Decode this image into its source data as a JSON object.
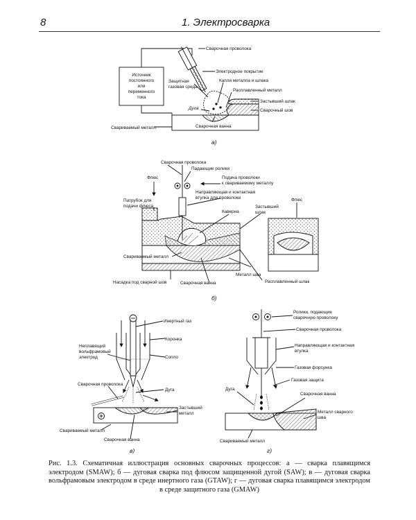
{
  "header": {
    "page_number": "8",
    "chapter_title": "1. Электросварка"
  },
  "fig_a": {
    "sub": "а)",
    "power_source": [
      "Источник",
      "постоянного",
      "или",
      "переменного",
      "тока"
    ],
    "wire": "Сварочная проволока",
    "coating": "Электродное покрытие",
    "gas": [
      "Защитная",
      "газовая среда"
    ],
    "drops": "Капли металла и шлака",
    "molten": "Расплавленный металл",
    "slag": "Застывший шлак",
    "seam": "Сварочный шов",
    "arc": "Дуга",
    "pool": "Сварочная ванна",
    "base": "Свариваемый металл"
  },
  "fig_b": {
    "sub": "б)",
    "wire": "Сварочная проволока",
    "rollers": "Падающие ролики",
    "feed": [
      "Подача проволоки",
      "к свариваемому металлу"
    ],
    "guide": [
      "Направляющая и контактная",
      "втулка для проволоки"
    ],
    "flux": "Флюс",
    "nozzle": [
      "Патрубок для",
      "подачи флюса"
    ],
    "cavern": "Каверна",
    "hard_slag": [
      "Застывший",
      "шлак"
    ],
    "flux2": "Флюс",
    "base": "Свариваемый металл",
    "backing": "Насадка под сварной шов",
    "pool": "Сварочная ванна",
    "seam_metal": "Металл шва",
    "molten_slag": "Расплавленный шлак"
  },
  "fig_v": {
    "sub": "в)",
    "inert": "Инертный газ",
    "crown": "Коронка",
    "tungsten": [
      "Неплавящий",
      "вольфрамовый",
      "электрод"
    ],
    "nozzle": "Сопло",
    "wire": "Сварочная проволока",
    "arc": "Дуга",
    "hard_metal": [
      "Застывший",
      "металл"
    ],
    "base": "Свариваемый металл",
    "pool": "Сварочная ванна",
    "minus": "⊖",
    "plus": "⊕"
  },
  "fig_g": {
    "sub": "г)",
    "rollers": [
      "Ролики, подающие",
      "сварочную проволоку"
    ],
    "wire": "Сварочная проволока",
    "guide": [
      "Направляющая и контактная",
      "втулка"
    ],
    "gas_nozzle": "Газовая  форсунка",
    "gas_shield": "Газовая защита",
    "arc": "Дуга",
    "pool": "Сварочная ванна",
    "seam_metal": [
      "Металл сварного",
      "шва"
    ],
    "base": "Свариваемый металл"
  },
  "caption": "Рис. 1.3. Схематичная иллюстрация основных сварочных процессов: а — сварка плавящимся электродом (SMAW); б — дуговая сварка под флюсом защищенной дугой (SAW); в — дуговая сварка вольфрамовым электродом в среде инертного газа (GTAW); г — дуговая сварка плавящимся электродом в среде защитного газа (GMAW)"
}
